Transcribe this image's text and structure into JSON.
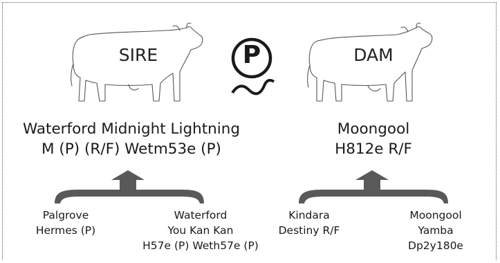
{
  "sire": {
    "label": "SIRE",
    "name": "Waterford Midnight Lightning",
    "id": "M (P) (R/F) Wetm53e (P)",
    "parents": [
      {
        "line1": "Palgrove",
        "line2": "Hermes (P)"
      },
      {
        "line1": "Waterford",
        "line2": "You Kan Kan",
        "line3": "H57e (P) Weth57e (P)"
      }
    ]
  },
  "dam": {
    "label": "DAM",
    "name": "Moongool",
    "id": "H812e R/F",
    "parents": [
      {
        "line1": "Kindara",
        "line2": "Destiny R/F"
      },
      {
        "line1": "Moongool",
        "line2": "Yamba",
        "line3": "Dp2y180e"
      }
    ]
  },
  "polled_symbol": {
    "letter": "P",
    "icon": "polled-symbol-icon"
  },
  "colors": {
    "outline": "#555555",
    "arrow": "#595959",
    "text": "#1a1a1a"
  }
}
